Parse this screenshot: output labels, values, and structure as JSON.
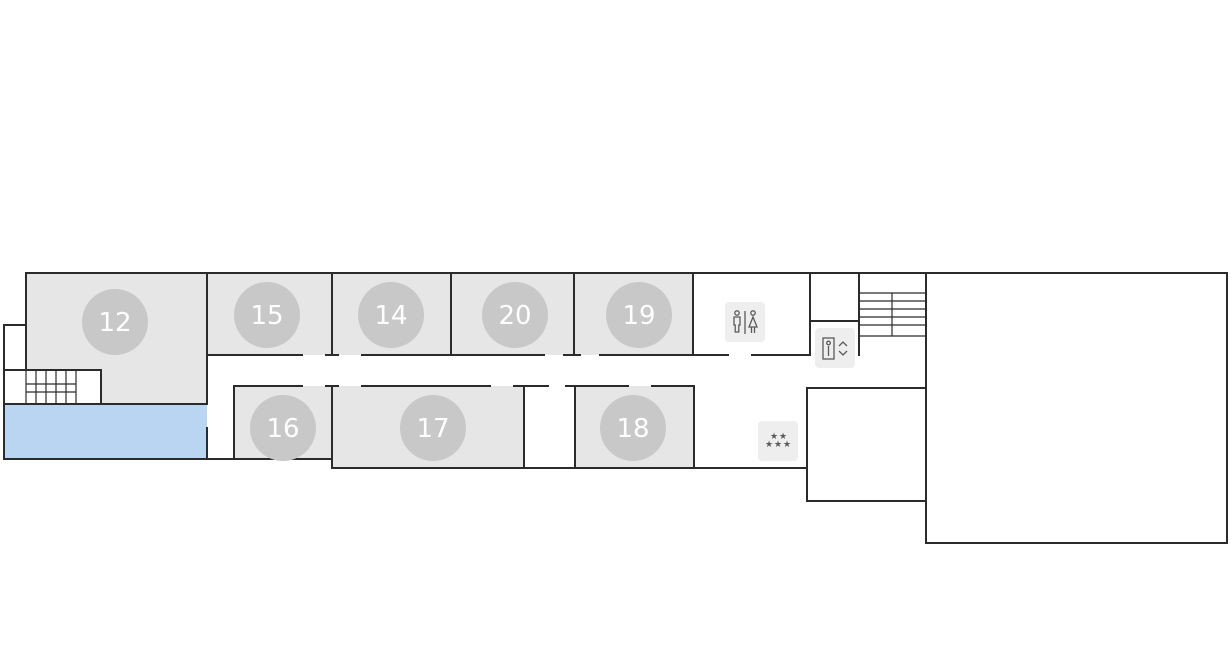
{
  "colors": {
    "room_fill": "#e6e6e6",
    "badge_fill": "#c8c8c8",
    "highlight_fill": "#b9d5f2",
    "wall": "#2b2b2b",
    "icon_bg": "#eeeeee",
    "icon_fg": "#5a5a5a"
  },
  "rooms": [
    {
      "id": "12",
      "label": "12"
    },
    {
      "id": "15",
      "label": "15"
    },
    {
      "id": "14",
      "label": "14"
    },
    {
      "id": "20",
      "label": "20"
    },
    {
      "id": "19",
      "label": "19"
    },
    {
      "id": "16",
      "label": "16"
    },
    {
      "id": "17",
      "label": "17"
    },
    {
      "id": "18",
      "label": "18"
    }
  ],
  "amenities": [
    {
      "id": "restroom",
      "icon": "restroom-icon"
    },
    {
      "id": "elevator",
      "icon": "elevator-icon"
    },
    {
      "id": "stars",
      "icon": "stars-icon"
    }
  ],
  "highlighted_area": "west-wing-blue-zone"
}
